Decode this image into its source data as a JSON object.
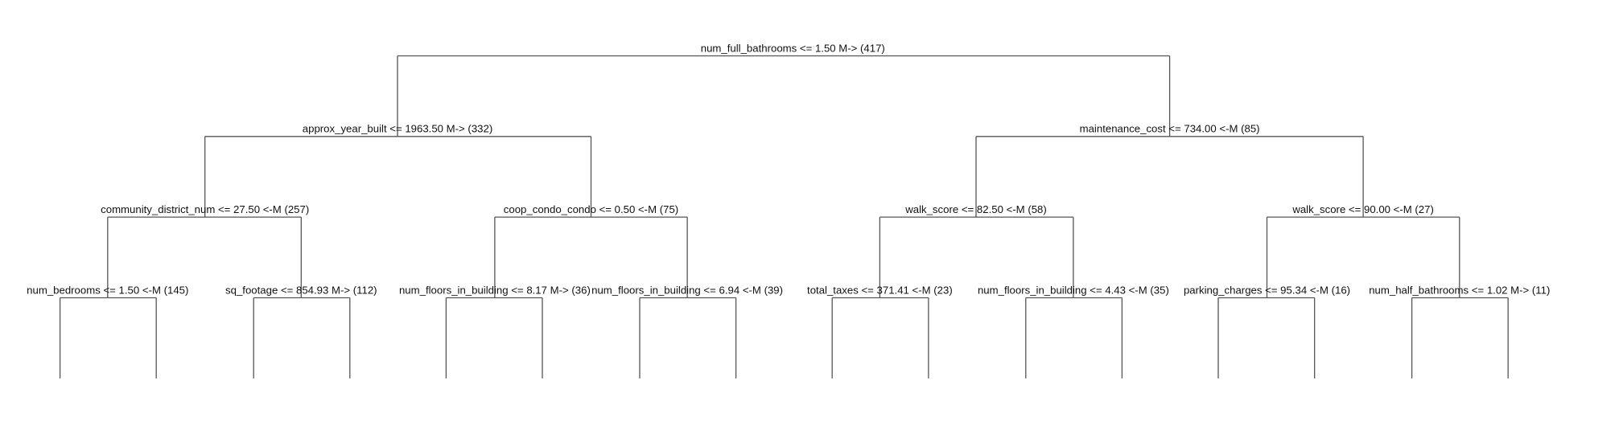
{
  "tree": {
    "nodes": [
      {
        "id": "root",
        "label": "num_full_bathrooms <= 1.50 M-> (417)"
      },
      {
        "id": "l",
        "label": "approx_year_built <= 1963.50 M-> (332)"
      },
      {
        "id": "r",
        "label": "maintenance_cost <= 734.00 <-M (85)"
      },
      {
        "id": "ll",
        "label": "community_district_num <= 27.50 <-M (257)"
      },
      {
        "id": "lr",
        "label": "coop_condo_condo <= 0.50 <-M (75)"
      },
      {
        "id": "rl",
        "label": "walk_score <= 82.50 <-M (58)"
      },
      {
        "id": "rr",
        "label": "walk_score <= 90.00 <-M (27)"
      },
      {
        "id": "lll",
        "label": "num_bedrooms <= 1.50 <-M (145)"
      },
      {
        "id": "llr",
        "label": "sq_footage <= 854.93 M-> (112)"
      },
      {
        "id": "lrl",
        "label": "num_floors_in_building <= 8.17 M-> (36)"
      },
      {
        "id": "lrr",
        "label": "num_floors_in_building <= 6.94 <-M (39)"
      },
      {
        "id": "rll",
        "label": "total_taxes <= 371.41 <-M (23)"
      },
      {
        "id": "rlr",
        "label": "num_floors_in_building <= 4.43 <-M (35)"
      },
      {
        "id": "rrl",
        "label": "parking_charges <= 95.34 <-M (16)"
      },
      {
        "id": "rrr",
        "label": "num_half_bathrooms <= 1.02 M-> (11)"
      }
    ]
  }
}
